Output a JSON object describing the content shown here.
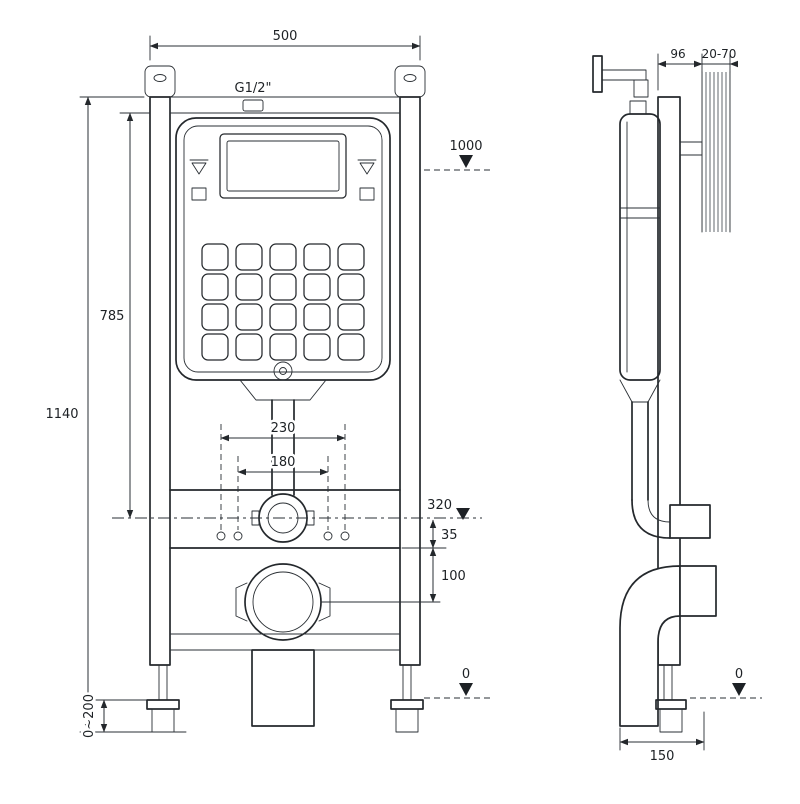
{
  "page": {
    "background": "#ffffff",
    "line_color": "#24282c"
  },
  "front_view": {
    "width": "500",
    "inlet_thread": "G1/2\"",
    "total_height": "1140",
    "cistern_top_height": "785",
    "level_1000": "1000",
    "fixing_spacing_outer": "230",
    "fixing_spacing_inner": "180",
    "level_320": "320",
    "offset_35": "35",
    "outlet_offset_100": "100",
    "level_0": "0",
    "foot_adjust_range": "0~200"
  },
  "side_view": {
    "frame_to_wall": "96",
    "bracket_range": "20-70",
    "level_0": "0",
    "base_depth": "150"
  }
}
